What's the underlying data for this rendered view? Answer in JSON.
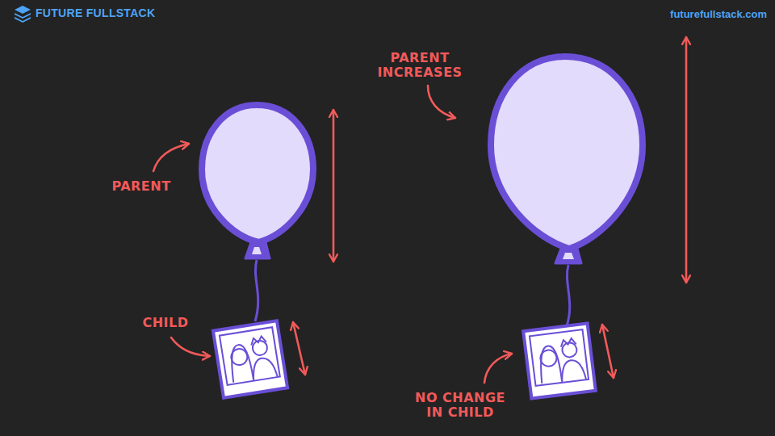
{
  "diagram": {
    "labels": [
      "FUTURE FULLSTACK",
      "futurefullstack.com",
      "PARENT",
      "CHILD",
      "PARENT INCREASES",
      "NO CHANGE IN CHILD"
    ]
  }
}
